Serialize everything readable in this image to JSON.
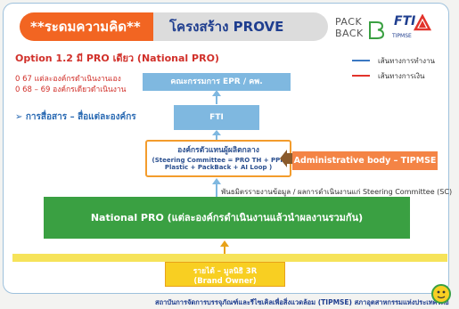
{
  "header": {
    "idea_level": "**ระดมความคิด**",
    "structure_title": "โครงสร้าง PROVE"
  },
  "logos": {
    "packback_line1": "PACK",
    "packback_line2": "BACK",
    "fti": "FTI",
    "tipmse": "TIPMSE"
  },
  "option": {
    "title": "Option 1.2 มี PRO เดียว (National PRO)",
    "line1": "0 67 แต่ละองค์กรดำเนินงานเอง",
    "line2": "0 68 – 69 องค์กรเดียวดำเนินงาน"
  },
  "communication": "➢ การสื่อสาร – สื่อแต่ละองค์กร",
  "legend": {
    "work_flow": "เส้นทางการทำงาน",
    "money_flow": "เส้นทางการเงิน",
    "work_color": "#3a78c2",
    "money_color": "#e2332b"
  },
  "boxes": {
    "epr_committee": "คณะกรรมการ EPR / คพ.",
    "fti": "FTI",
    "central_title": "องค์กรตัวแทนผู้ผลิตกลาง",
    "central_sub1": "(Steering Committee = PRO TH + PPP",
    "central_sub2": "Plastic + PackBack + AI Loop )",
    "admin_body": "Administrative body – TIPMSE",
    "reporting_note": "พันธมิตรรายงานข้อมูล / ผลการดำเนินงานแก่ Steering Committee (SC)",
    "national_pro": "National PRO (แต่ละองค์กรดำเนินงานแล้วนำผลงานรวมกัน)",
    "brand_owner_line1": "รายได้ – มูลนิธิ 3R",
    "brand_owner_line2": "(Brand Owner)"
  },
  "footer": "สถาบันการจัดการบรรจุภัณฑ์และรีไซเคิลเพื่อสิ่งแวดล้อม (TIPMSE) สภาอุตสาหกรรมแห่งประเทศไทย"
}
